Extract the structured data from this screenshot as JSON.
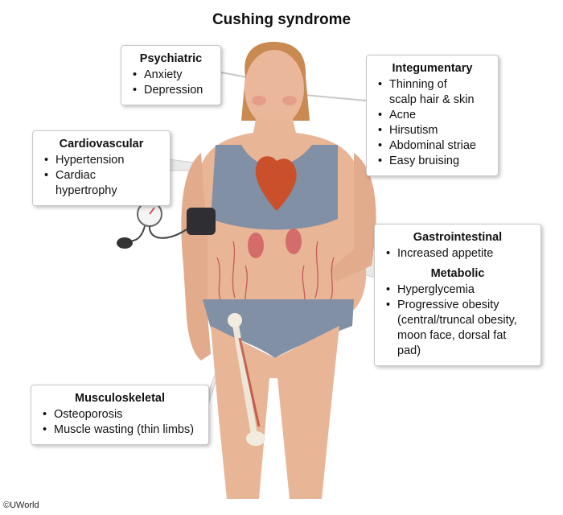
{
  "title": "Cushing syndrome",
  "boxes": {
    "psychiatric": {
      "heading": "Psychiatric",
      "items": [
        "Anxiety",
        "Depression"
      ]
    },
    "integumentary": {
      "heading": "Integumentary",
      "items": [
        "Thinning of",
        "scalp hair & skin",
        "Acne",
        "Hirsutism",
        "Abdominal striae",
        "Easy bruising"
      ]
    },
    "cardiovascular": {
      "heading": "Cardiovascular",
      "items": [
        "Hypertension",
        "Cardiac hypertrophy"
      ]
    },
    "gastrointestinal": {
      "heading": "Gastrointestinal",
      "items": [
        "Increased appetite"
      ]
    },
    "metabolic": {
      "heading": "Metabolic",
      "items": [
        "Hyperglycemia",
        "Progressive obesity",
        "(central/truncal obesity,",
        "moon face, dorsal fat pad)"
      ]
    },
    "musculoskeletal": {
      "heading": "Musculoskeletal",
      "items": [
        "Osteoporosis",
        "Muscle wasting (thin limbs)"
      ]
    }
  },
  "copyright": "©UWorld",
  "colors": {
    "skin": "#e8b597",
    "clothing": "#8290a6",
    "hair": "#c98a52",
    "heart": "#c9502a",
    "striae": "#b8404a"
  }
}
